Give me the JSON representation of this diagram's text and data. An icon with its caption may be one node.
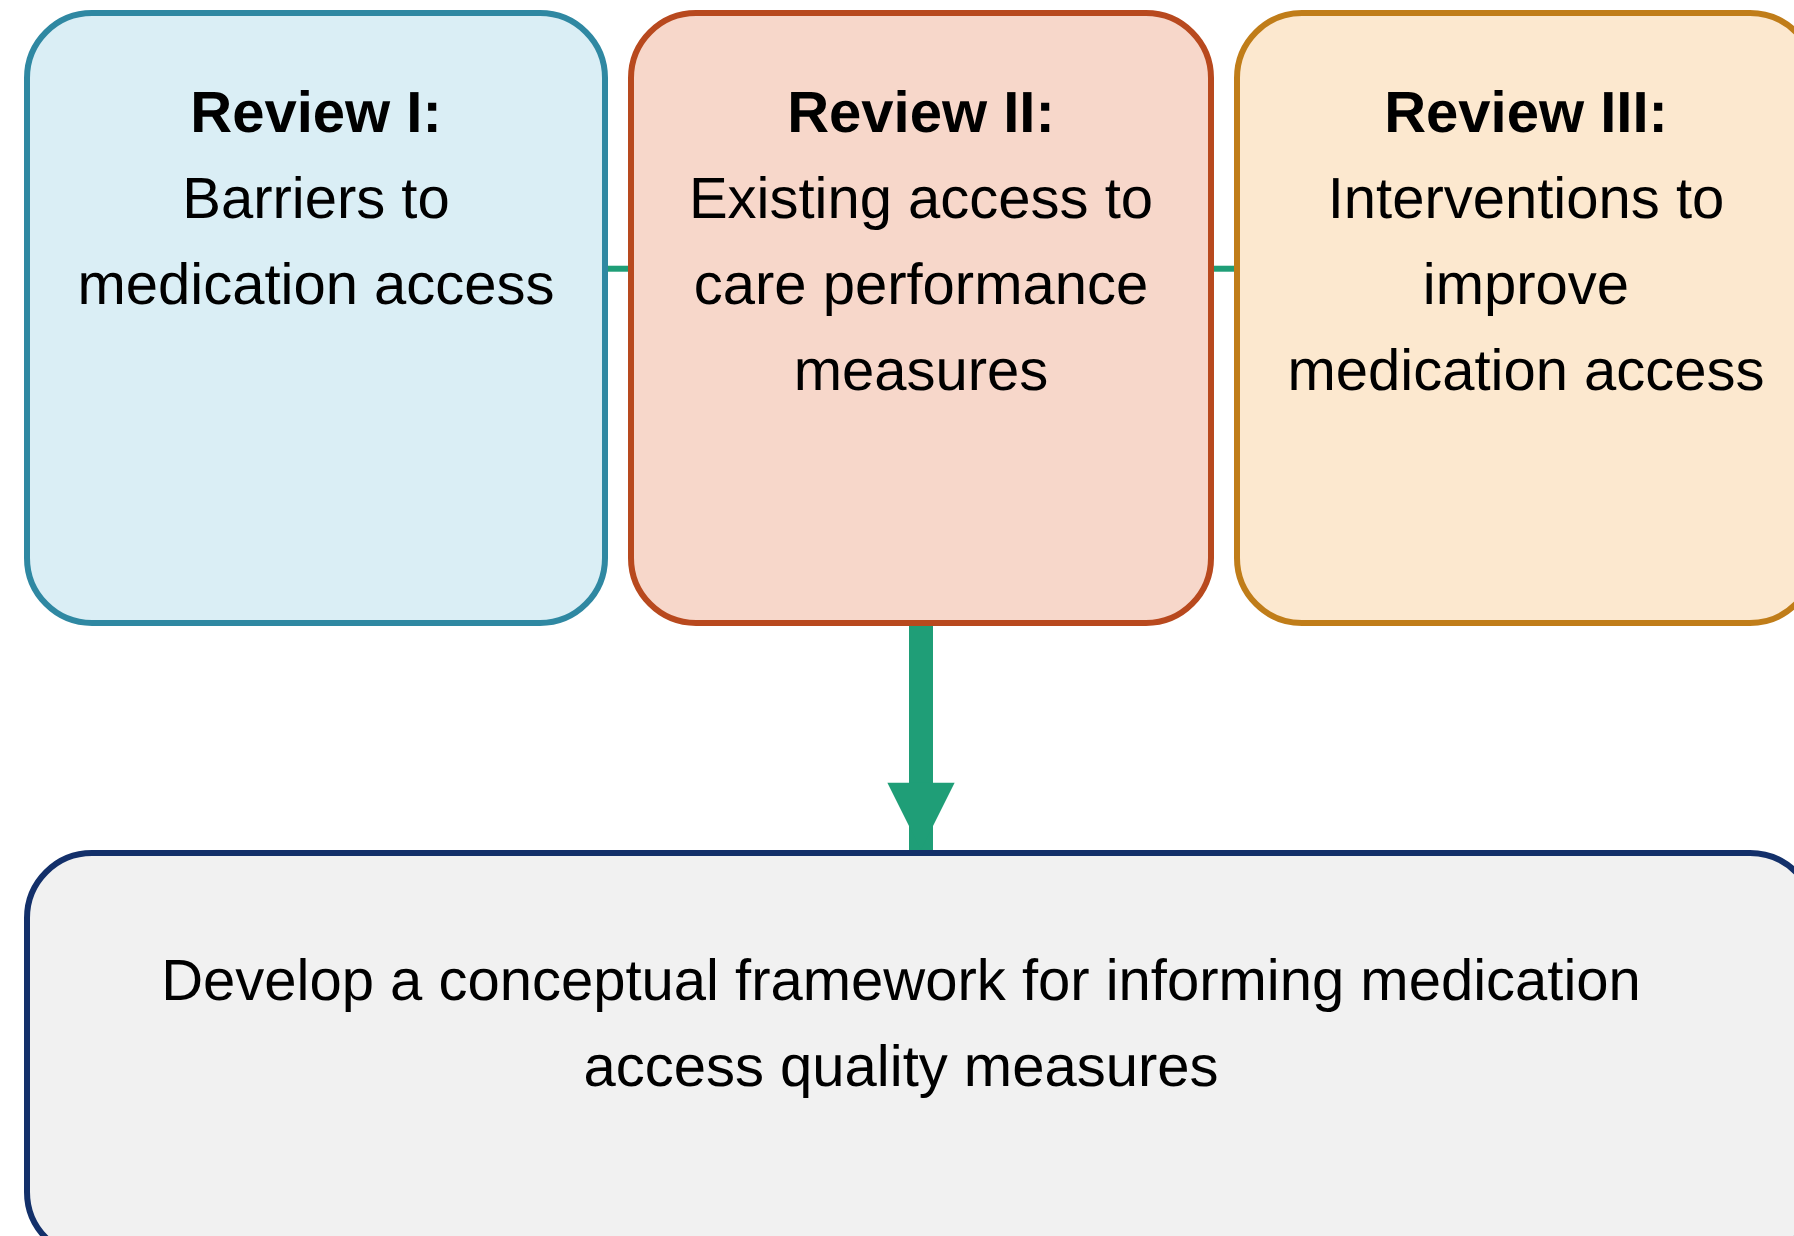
{
  "diagram": {
    "nodes": [
      {
        "text": [
          "Review I:",
          "Barriers to medication access"
        ]
      },
      {
        "text": [
          "Review II:",
          "Existing access to care performance measures"
        ]
      },
      {
        "text": [
          "Review III:",
          "Interventions to improve medication access"
        ]
      },
      {
        "text": [
          "Develop a conceptual framework for informing medication access quality measures"
        ]
      }
    ],
    "edges": [
      {
        "from": 0,
        "to": 1,
        "arrow": "none"
      },
      {
        "from": 1,
        "to": 2,
        "arrow": "none"
      },
      {
        "from": 1,
        "to": 3,
        "arrow": "to",
        "style": "thick"
      }
    ]
  }
}
